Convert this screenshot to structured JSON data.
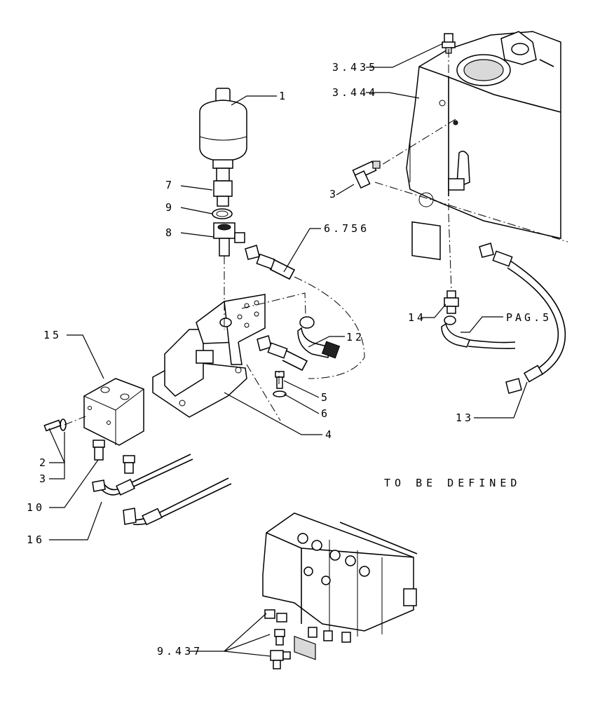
{
  "callouts": {
    "c1": "1",
    "c7": "7",
    "c9": "9",
    "c8": "8",
    "c6756": "6.756",
    "c3435": "3.435",
    "c3444": "3.444",
    "c3a": "3",
    "c14": "14",
    "pag5": "PAG.5",
    "c12": "12",
    "c15": "15",
    "c5": "5",
    "c6": "6",
    "c4": "4",
    "c13": "13",
    "c2": "2",
    "c3b": "3",
    "c10": "10",
    "c16": "16",
    "c9437": "9.437"
  },
  "note": "TO BE DEFINED"
}
